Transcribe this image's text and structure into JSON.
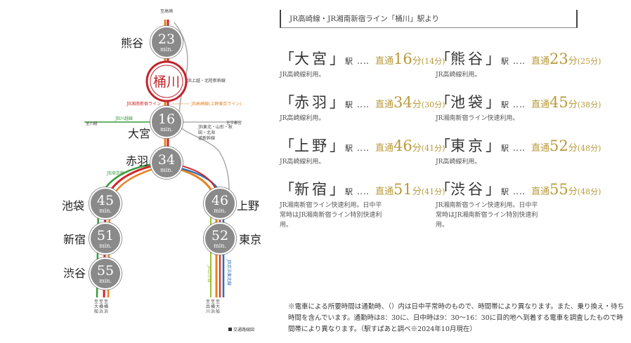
{
  "header": {
    "title": "JR高崎線・JR湘南新宿ライン「桶川」駅より"
  },
  "routes": [
    {
      "station": "大宮",
      "direct_label": "直通",
      "minutes": "16",
      "fun": "分",
      "alt": "(14分)",
      "note": "JR高崎線利用。"
    },
    {
      "station": "熊谷",
      "direct_label": "直通",
      "minutes": "23",
      "fun": "分",
      "alt": "(25分)",
      "note": "JR高崎線利用。"
    },
    {
      "station": "赤羽",
      "direct_label": "直通",
      "minutes": "34",
      "fun": "分",
      "alt": "(30分)",
      "note": "JR高崎線利用。"
    },
    {
      "station": "池袋",
      "direct_label": "直通",
      "minutes": "45",
      "fun": "分",
      "alt": "(38分)",
      "note": "JR湘南新宿ライン快速利用。"
    },
    {
      "station": "上野",
      "direct_label": "直通",
      "minutes": "46",
      "fun": "分",
      "alt": "(41分)",
      "note": "JR高崎線利用。"
    },
    {
      "station": "東京",
      "direct_label": "直通",
      "minutes": "52",
      "fun": "分",
      "alt": "(48分)",
      "note": "JR高崎線利用。"
    },
    {
      "station": "新宿",
      "direct_label": "直通",
      "minutes": "51",
      "fun": "分",
      "alt": "(41分)",
      "note": "JR湘南新宿ライン快速利用。日中平常時はJR湘南新宿ライン特別快速利用。"
    },
    {
      "station": "渋谷",
      "direct_label": "直通",
      "minutes": "55",
      "fun": "分",
      "alt": "(48分)",
      "note": "JR湘南新宿ライン快速利用。日中平常時はJR湘南新宿ライン特別快速利用。"
    }
  ],
  "common": {
    "eki": "駅",
    "dots": "‥‥",
    "open": "「",
    "close": "」",
    "min_unit": "min."
  },
  "footnote": "※電車による所要時間は通勤時、（）内は日中平常時のもので、時間帯により異なります。また、乗り換え・待ち時間を含んでいます。通勤時は8：30に、日中時は9：30～16：30に目的地へ到着する電車を調査したもので時間帯により異なります。（駅すぱあと調べ※2024年10月現在）",
  "map": {
    "origin": "桶川",
    "stations": [
      {
        "name": "熊谷",
        "minutes": "23"
      },
      {
        "name": "大宮",
        "minutes": "16"
      },
      {
        "name": "赤羽",
        "minutes": "34"
      },
      {
        "name": "池袋",
        "minutes": "45"
      },
      {
        "name": "新宿",
        "minutes": "51"
      },
      {
        "name": "渋谷",
        "minutes": "55"
      },
      {
        "name": "上野",
        "minutes": "46"
      },
      {
        "name": "東京",
        "minutes": "52"
      }
    ],
    "labels": {
      "top_end": "至高崎",
      "joetsu": "JR上越・北陸新幹線",
      "shonan": "JR湘南新宿ライン",
      "takasaki": "JR高崎線(上野東京ライン)",
      "kawagoe": "JR川越線",
      "to_kawagoe": "至川越",
      "to_utsunomiya": "至宇都宮",
      "tohoku": "JR東北・山形・秋田・北海道新幹線",
      "saikyo": "JR埼京線",
      "yamanote": "JR山手線",
      "keihin": "JR京浜東北線",
      "bottom_ends": [
        "至大船",
        "至横浜",
        "至横浜",
        "至品川",
        "至横浜",
        "至大船"
      ],
      "legend": "交通路線図"
    },
    "colors": {
      "orange": "#e8821e",
      "red": "#d0262b",
      "green": "#3a9a3c",
      "yellowgreen": "#9bbf33",
      "blue": "#2f6fb4",
      "gray": "#aaaaaa",
      "circle": "#8a8a8a",
      "origin_ring": "#c1242a",
      "gold": "#b89a3a"
    }
  }
}
